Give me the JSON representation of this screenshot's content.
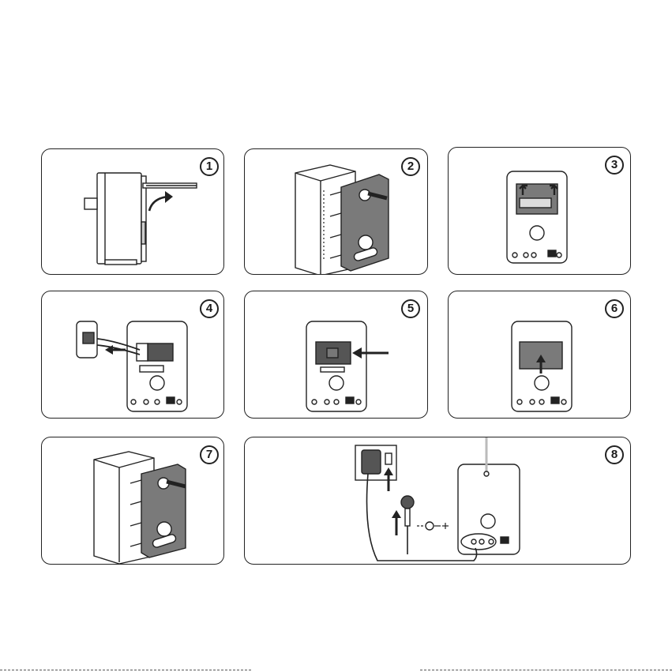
{
  "steps": [
    {
      "number": "1",
      "label": "extend-antenna"
    },
    {
      "number": "2",
      "label": "remove-front-cover"
    },
    {
      "number": "3",
      "label": "release-battery-cover"
    },
    {
      "number": "4",
      "label": "connect-battery-plug"
    },
    {
      "number": "5",
      "label": "insert-battery"
    },
    {
      "number": "6",
      "label": "close-battery-cover"
    },
    {
      "number": "7",
      "label": "refit-front-cover"
    },
    {
      "number": "8",
      "label": "connect-power-adapter"
    }
  ],
  "colors": {
    "line": "#222222",
    "cover": "#7a7a7a",
    "battery": "#555555",
    "panel_bg": "#ffffff"
  }
}
